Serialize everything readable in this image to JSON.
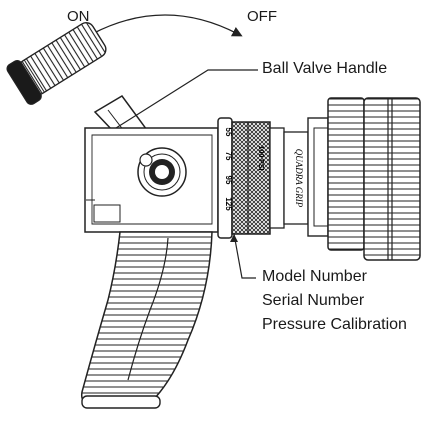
{
  "diagram": {
    "labels": {
      "on": "ON",
      "off": "OFF",
      "ball_valve_handle": "Ball Valve Handle",
      "model_number": "Model Number",
      "serial_number": "Serial Number",
      "pressure_calibration": "Pressure Calibration"
    },
    "dial": {
      "pressure_marks": [
        "100 PSI"
      ],
      "scale_numbers": [
        "55",
        "75",
        "95",
        "125"
      ]
    },
    "brand": "QUADRA GRIP"
  }
}
